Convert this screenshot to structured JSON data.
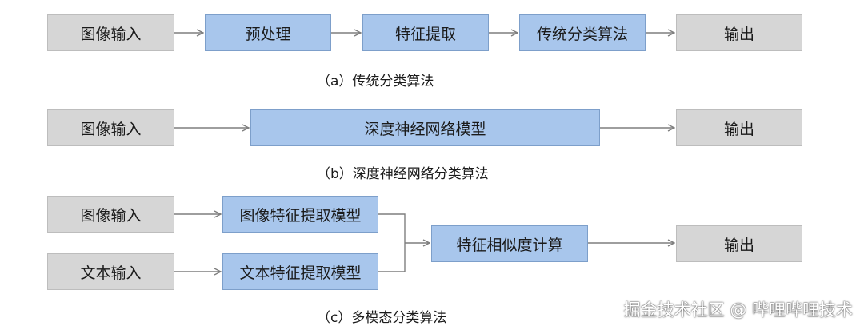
{
  "row_a": {
    "input": "图像输入",
    "preprocess": "预处理",
    "feature": "特征提取",
    "classifier": "传统分类算法",
    "output": "输出",
    "caption": "（a）传统分类算法"
  },
  "row_b": {
    "input": "图像输入",
    "model": "深度神经网络模型",
    "output": "输出",
    "caption": "（b）深度神经网络分类算法"
  },
  "row_c": {
    "image_input": "图像输入",
    "text_input": "文本输入",
    "image_feature": "图像特征提取模型",
    "text_feature": "文本特征提取模型",
    "similarity": "特征相似度计算",
    "output": "输出",
    "caption": "（c）多模态分类算法"
  },
  "watermark": "掘金技术社区 @ 哔哩哔哩技术",
  "colors": {
    "gray_box": "#d6d6d6",
    "blue_box": "#a8c6ec",
    "arrow": "#7f7f7f"
  }
}
